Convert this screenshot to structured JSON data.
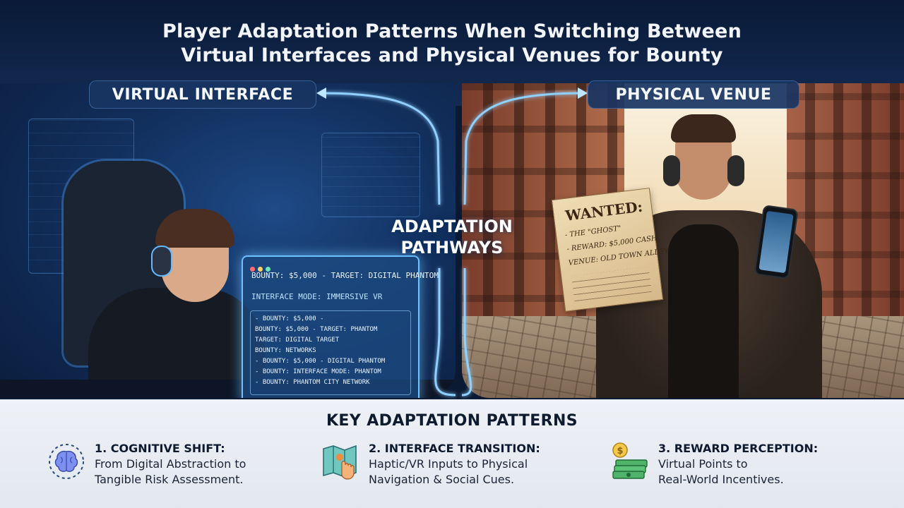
{
  "header": {
    "title_line1": "Player Adaptation Patterns When Switching Between",
    "title_line2": "Virtual Interfaces and Physical Venues for Bounty"
  },
  "labels": {
    "virtual": "VIRTUAL INTERFACE",
    "physical": "PHYSICAL VENUE",
    "center_line1": "ADAPTATION",
    "center_line2": "PATHWAYS"
  },
  "virtual_screen": {
    "header": "BOUNTY: $5,000 - TARGET: DIGITAL PHANTOM",
    "mode": "INTERFACE MODE: IMMERSIVE VR",
    "lines": [
      "- BOUNTY: $5,000 -",
      "BOUNTY: $5,000 - TARGET: PHANTOM",
      "TARGET: DIGITAL TARGET",
      "BOUNTY: NETWORKS",
      "- BOUNTY: $5,000 - DIGITAL PHANTOM",
      "- BOUNTY: INTERFACE MODE: PHANTOM",
      "- BOUNTY: PHANTOM CITY NETWORK"
    ]
  },
  "poster": {
    "title": "WANTED:",
    "line1": "- THE \"GHOST\"",
    "line2": "- REWARD: $5,000 CASH",
    "line3": "VENUE: OLD TOWN ALLEY"
  },
  "patterns": {
    "title": "KEY ADAPTATION PATTERNS",
    "items": [
      {
        "title": "1. COGNITIVE SHIFT:",
        "line1": "From Digital Abstraction to",
        "line2": "Tangible Risk Assessment.",
        "icon": "brain-icon"
      },
      {
        "title": "2. INTERFACE TRANSITION:",
        "line1": "Haptic/VR Inputs to Physical",
        "line2": "Navigation & Social Cues.",
        "icon": "map-touch-icon"
      },
      {
        "title": "3. REWARD PERCEPTION:",
        "line1": "Virtual Points to",
        "line2": "Real-World Incentives.",
        "icon": "money-icon"
      }
    ]
  },
  "colors": {
    "accent_glow": "#6fc2ff",
    "navy": "#0b1a33",
    "pattern_text": "#0e1a2e"
  }
}
